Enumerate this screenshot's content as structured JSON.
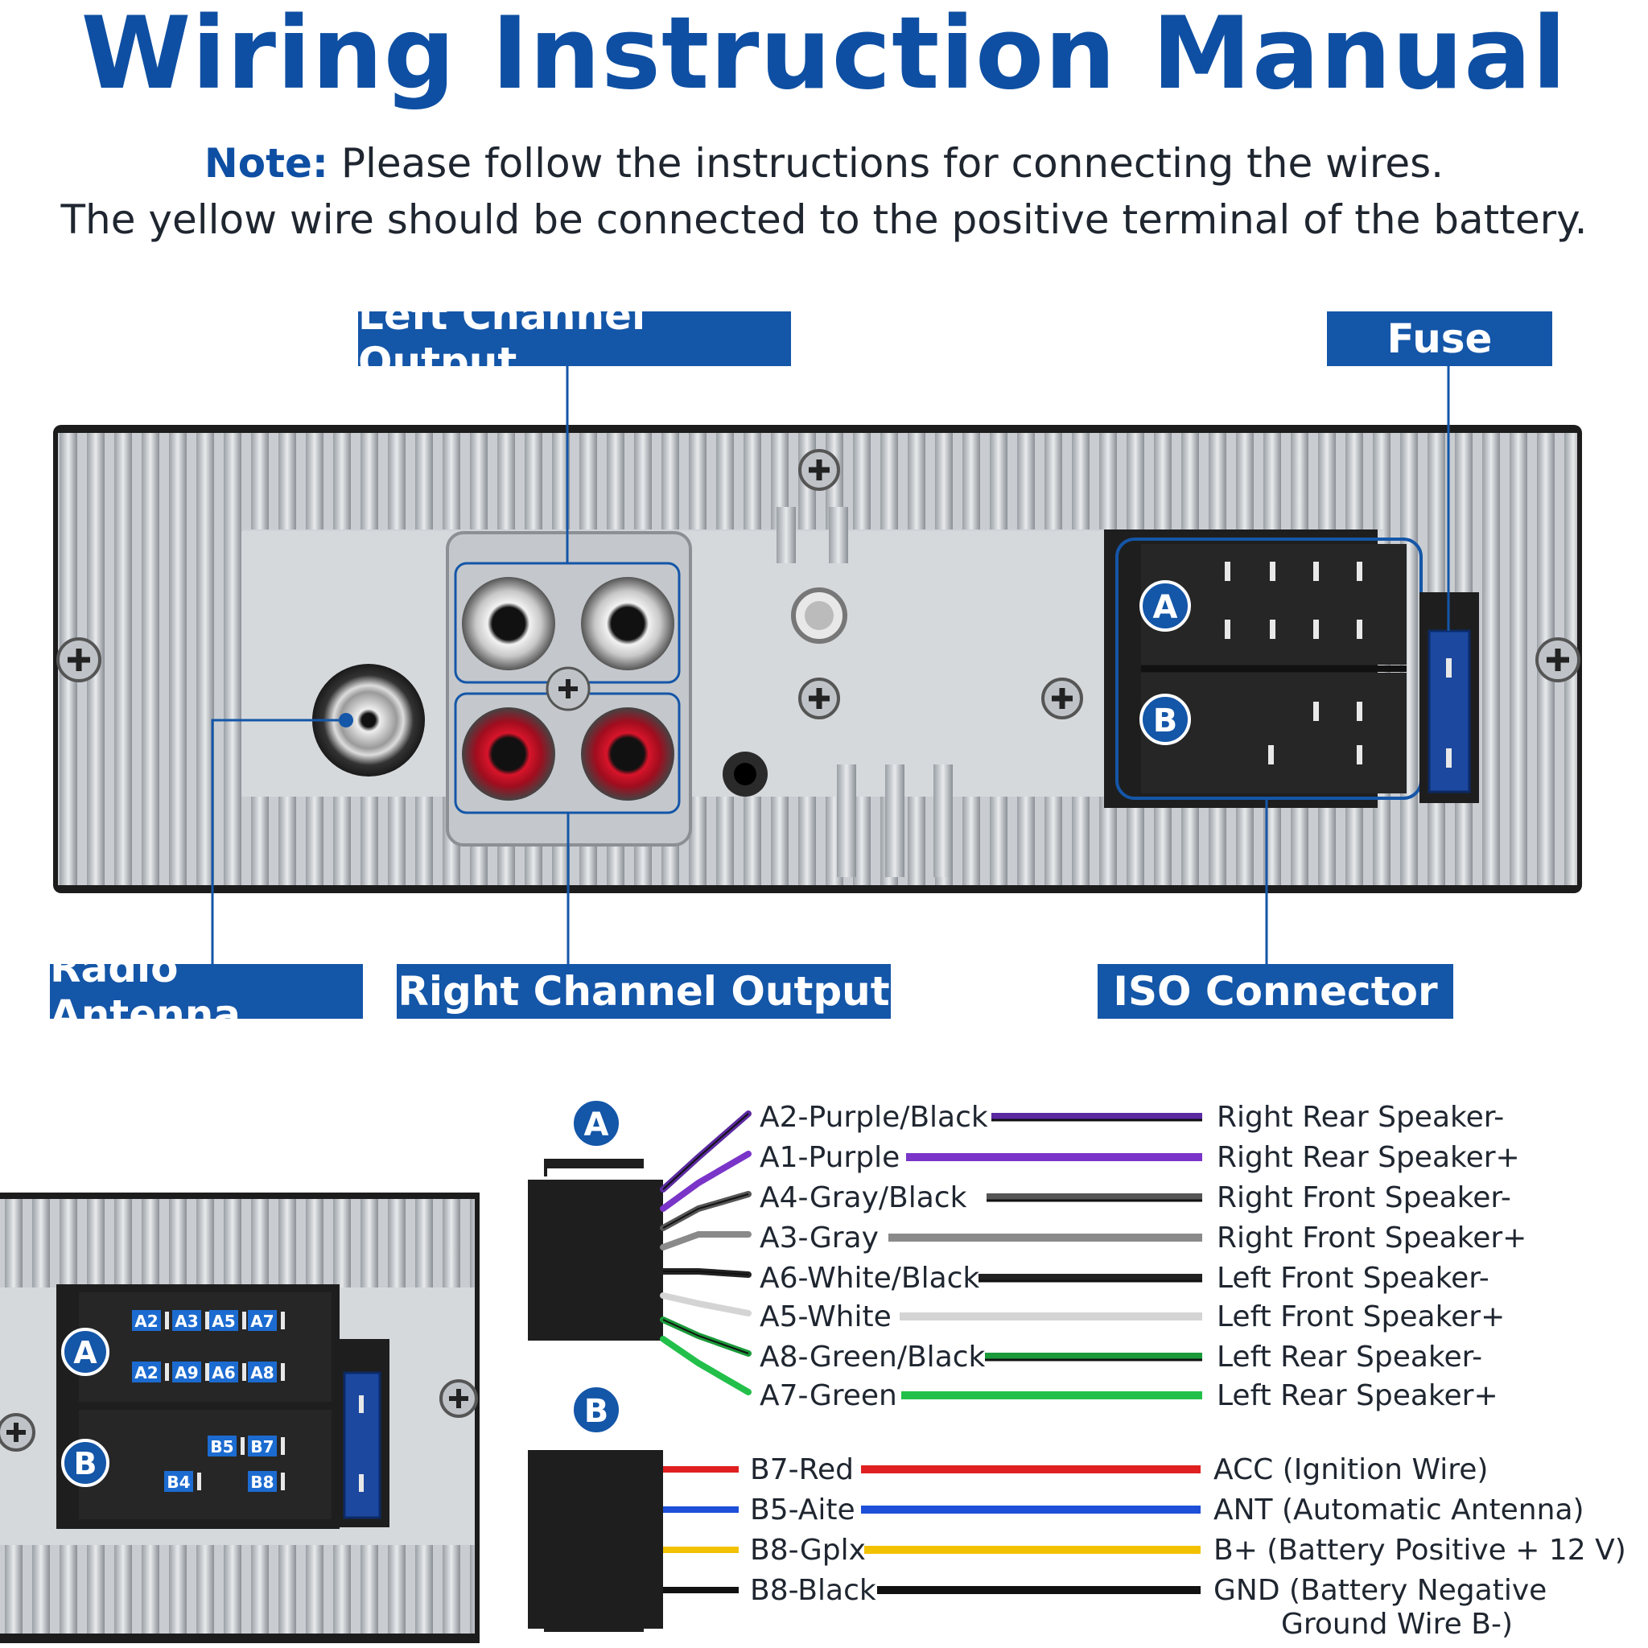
{
  "title": "Wiring Instruction Manual",
  "note": {
    "prefix": "Note:",
    "line1": "Please follow the instructions for connecting the wires.",
    "line2": "The yellow wire should be connected to the positive terminal of the battery."
  },
  "labels": {
    "left_channel": "Left Channel Output",
    "fuse": "Fuse",
    "radio_antenna": "Radio Antenna",
    "right_channel": "Right Channel Output",
    "iso_connector": "ISO Connector"
  },
  "connector_badges": {
    "a": "A",
    "b": "B"
  },
  "pin_labels": {
    "a_top": [
      "A2",
      "A3",
      "A5",
      "A7"
    ],
    "a_bottom": [
      "A2",
      "A9",
      "A6",
      "A8"
    ],
    "b_top": [
      "B5",
      "B7"
    ],
    "b_bottom": [
      "B4",
      "B8"
    ]
  },
  "wires_a": [
    {
      "label": "A2-Purple/Black",
      "function": "Right Rear Speaker-",
      "color": "#5b2aa0",
      "stripe": "#111111"
    },
    {
      "label": "A1-Purple",
      "function": "Right Rear Speaker+",
      "color": "#7a35c8",
      "stripe": ""
    },
    {
      "label": "A4-Gray/Black",
      "function": "Right Front Speaker-",
      "color": "#555555",
      "stripe": "#111111"
    },
    {
      "label": "A3-Gray",
      "function": "Right Front Speaker+",
      "color": "#8a8a8a",
      "stripe": ""
    },
    {
      "label": "A6-White/Black",
      "function": "Left Front Speaker-",
      "color": "#222222",
      "stripe": "#111111"
    },
    {
      "label": "A5-White",
      "function": "Left Front Speaker+",
      "color": "#d4d4d4",
      "stripe": ""
    },
    {
      "label": "A8-Green/Black",
      "function": "Left Rear Speaker-",
      "color": "#1a9a3a",
      "stripe": "#111111"
    },
    {
      "label": "A7-Green",
      "function": "Left Rear Speaker+",
      "color": "#22c04a",
      "stripe": ""
    }
  ],
  "wires_b": [
    {
      "label": "B7-Red",
      "function": "ACC (Ignition Wire)",
      "color": "#e02020"
    },
    {
      "label": "B5-Aite",
      "function": "ANT (Automatic Antenna)",
      "color": "#1d4fd8"
    },
    {
      "label": "B8-Gplx",
      "function": "B+ (Battery Positive + 12 V)",
      "color": "#f2c200"
    },
    {
      "label": "B8-Black",
      "function": "GND (Battery Negative",
      "function2": "Ground Wire B-)",
      "color": "#111111"
    }
  ]
}
